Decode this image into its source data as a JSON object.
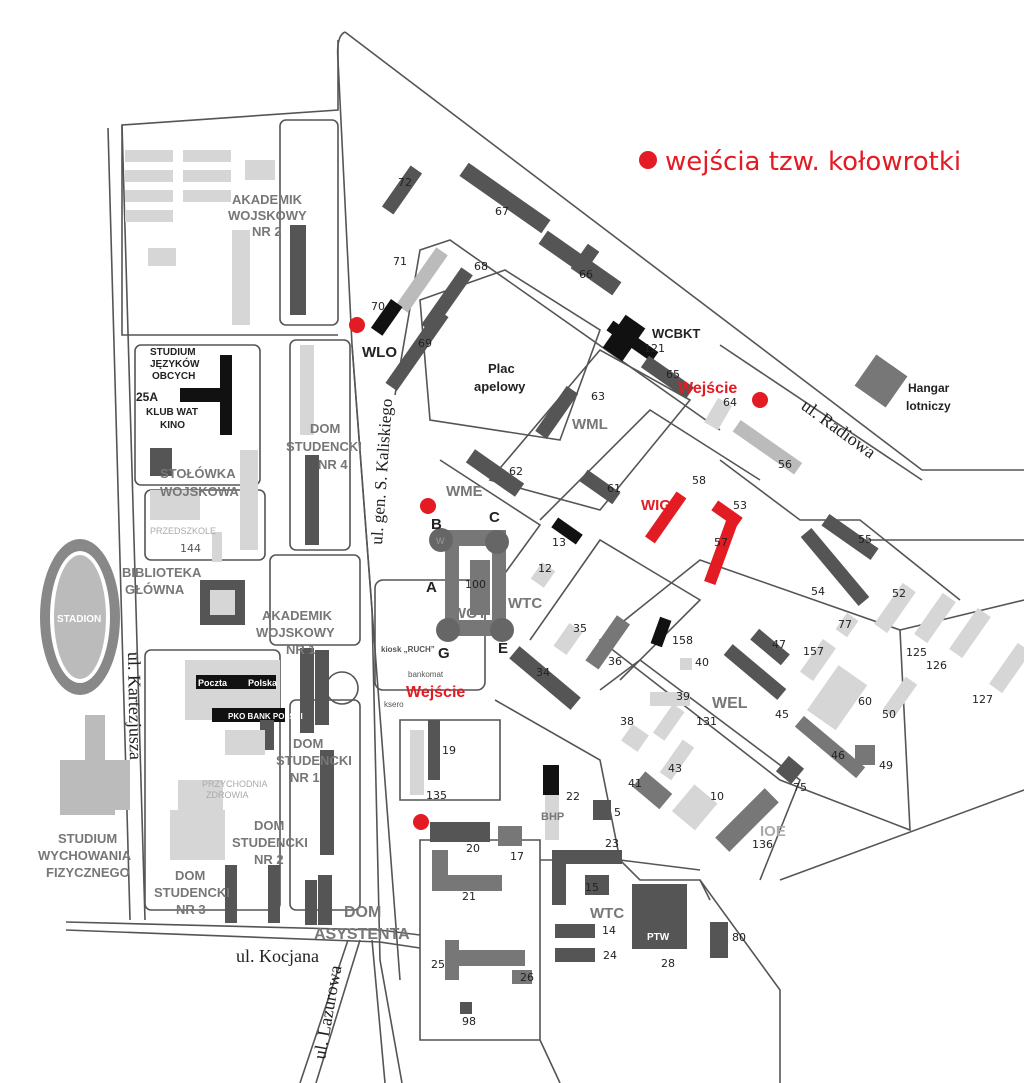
{
  "legend": {
    "text": "wejścia tzw. kołowrotki",
    "color": "#e31b23"
  },
  "streets": {
    "kaliskiego": "ul. gen. S. Kaliskiego",
    "radiowa": "ul. Radiowa",
    "kartezjusza": "ul. Kartezjusza",
    "kocjana": "ul. Kocjana",
    "lazurowa": "ul. Lazurowa"
  },
  "areas": {
    "akademik2_line1": "AKADEMIK",
    "akademik2_line2": "WOJSKOWY",
    "akademik2_line3": "NR 2",
    "studium_jezykow_1": "STUDIUM",
    "studium_jezykow_2": "JĘZYKÓW",
    "studium_jezykow_3": "OBCYCH",
    "klub_wat_1": "KLUB WAT",
    "klub_wat_2": "KINO",
    "b25a": "25A",
    "stolowka_1": "STOŁÓWKA",
    "stolowka_2": "WOJSKOWA",
    "przedszkole": "PRZEDSZKOLE",
    "b144": "144",
    "biblioteka_1": "BIBLIOTEKA",
    "biblioteka_2": "GŁÓWNA",
    "stadion": "STADION",
    "dom_studencki4_1": "DOM",
    "dom_studencki4_2": "STUDENCKI",
    "dom_studencki4_3": "NR 4",
    "akademik1_1": "AKADEMIK",
    "akademik1_2": "WOJSKOWY",
    "akademik1_3": "NR 1",
    "poczta": "Poczta",
    "polska": "Polska",
    "pko": "PKO BANK POLSKI",
    "dom_studencki1_1": "DOM",
    "dom_studencki1_2": "STUDENCKI",
    "dom_studencki1_3": "NR 1",
    "przychodnia_1": "PRZYCHODNIA",
    "przychodnia_2": "ZDROWIA",
    "dom_studencki2_1": "DOM",
    "dom_studencki2_2": "STUDENCKI",
    "dom_studencki2_3": "NR 2",
    "dom_studencki3_1": "DOM",
    "dom_studencki3_2": "STUDENCKI",
    "dom_studencki3_3": "NR 3",
    "studium_wf_1": "STUDIUM",
    "studium_wf_2": "WYCHOWANIA",
    "studium_wf_3": "FIZYCZNEGO",
    "dom_asystenta_1": "DOM",
    "dom_asystenta_2": "ASYSTENTA",
    "wlo": "WLO",
    "plac_1": "Plac",
    "plac_2": "apelowy",
    "wme": "WME",
    "wml": "WML",
    "wcbkt": "WCBKT",
    "wig": "WIG",
    "wcy": "WCY",
    "wtc": "WTC",
    "wtc2": "WTC",
    "wel": "WEL",
    "ioe": "IOE",
    "bhp": "BHP",
    "ptw": "PTW",
    "hangar_1": "Hangar",
    "hangar_2": "lotniczy",
    "kiosk": "kiosk „RUCH”",
    "bankomat": "bankomat",
    "ksero": "ksero",
    "wejscie_1": "Wejście",
    "wejscie_2": "Wejście",
    "letter_a": "A",
    "letter_b": "B",
    "letter_c": "C",
    "letter_e": "E",
    "letter_g": "G",
    "letter_w": "W"
  },
  "buildings": {
    "n72": "72",
    "n67": "67",
    "n71": "71",
    "n68": "68",
    "n66": "66",
    "n70": "70",
    "n69": "69",
    "n121": "121",
    "n65": "65",
    "n64": "64",
    "n63": "63",
    "n62": "62",
    "n56": "56",
    "n61": "61",
    "n58": "58",
    "n53": "53",
    "n57": "57",
    "n55": "55",
    "n13": "13",
    "n12": "12",
    "n100": "100",
    "n54": "54",
    "n52": "52",
    "n77": "77",
    "n35": "35",
    "n158": "158",
    "n47": "47",
    "n157": "157",
    "n125": "125",
    "n126": "126",
    "n36": "36",
    "n40": "40",
    "n34": "34",
    "n39": "39",
    "n60": "60",
    "n127": "127",
    "n38": "38",
    "n131": "131",
    "n45": "45",
    "n50": "50",
    "n19": "19",
    "n43": "43",
    "n46": "46",
    "n49": "49",
    "n135": "135",
    "n22": "22",
    "n41": "41",
    "n10": "10",
    "n75": "75",
    "n5": "5",
    "n136": "136",
    "n20": "20",
    "n17": "17",
    "n23": "23",
    "n15": "15",
    "n21": "21",
    "n14": "14",
    "n80": "80",
    "n25": "25",
    "n24": "24",
    "n28": "28",
    "n26": "26",
    "n98": "98"
  }
}
